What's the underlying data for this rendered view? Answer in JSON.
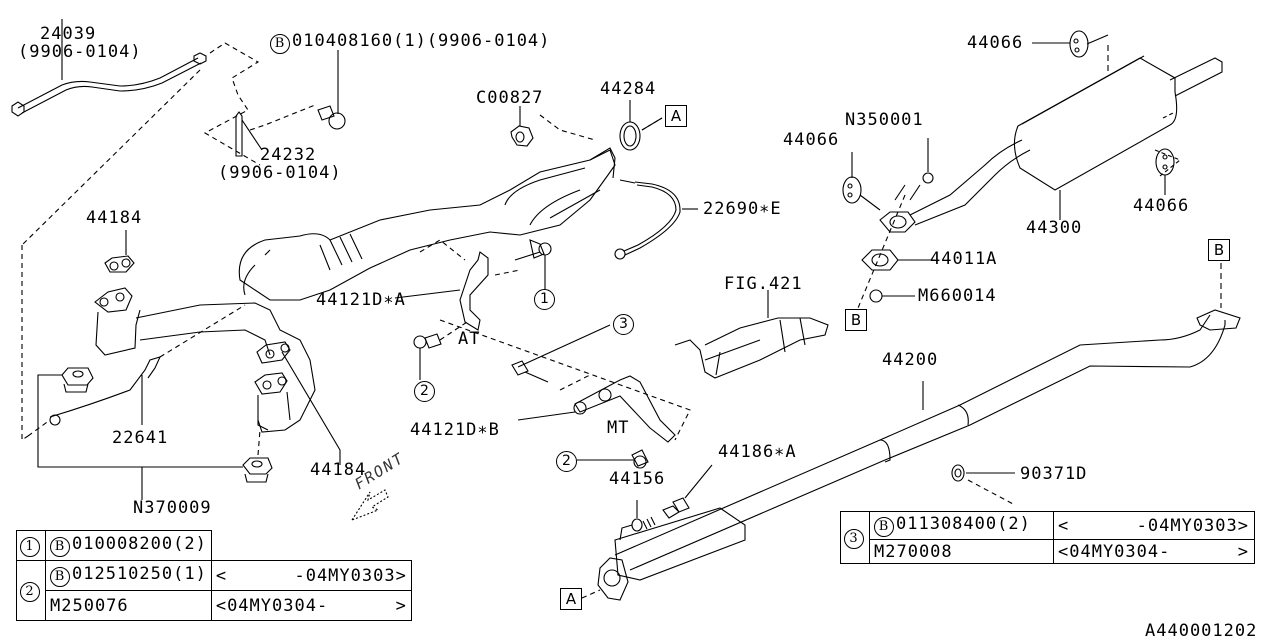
{
  "diagram": {
    "title_code": "A440001202",
    "front_indicator": "FRONT",
    "labels": {
      "p24039": "24039",
      "p24039_range": "(9906-0104)",
      "bolt_top_prefix": "B",
      "bolt_top": "010408160(1)(9906-0104)",
      "p24232": "24232",
      "p24232_range": "(9906-0104)",
      "c00827": "C00827",
      "p44284": "44284",
      "ref_a_top": "A",
      "p22690e": "22690∗E",
      "p44184_top": "44184",
      "p44121da": "44121D∗A",
      "at": "AT",
      "circ1": "1",
      "circ2_upper": "2",
      "circ3": "3",
      "p22641": "22641",
      "p44184_bottom": "44184",
      "n370009": "N370009",
      "p44121db": "44121D∗B",
      "mt": "MT",
      "circ2_lower": "2",
      "p44156": "44156",
      "p44186a": "44186∗A",
      "ref_a_bottom": "A",
      "fig421": "FIG.421",
      "p44066_top": "44066",
      "n350001": "N350001",
      "p44066_left": "44066",
      "p44300": "44300",
      "p44066_right": "44066",
      "p44011a": "44011A",
      "m660014": "M660014",
      "ref_b_left": "B",
      "ref_b_right": "B",
      "p44200": "44200",
      "p90371d": "90371D"
    }
  },
  "legend_left": {
    "rows": [
      {
        "num": "1",
        "prefix": "B",
        "part": "010008200(2)",
        "range": ""
      },
      {
        "num": "2",
        "prefix": "B",
        "part": "012510250(1)",
        "range": "<      -04MY0303>"
      },
      {
        "num": "",
        "prefix": "",
        "part": "M250076",
        "range": "<04MY0304-      >"
      }
    ]
  },
  "legend_right": {
    "rows": [
      {
        "num": "3",
        "prefix": "B",
        "part": "011308400(2)",
        "range": "<      -04MY0303>"
      },
      {
        "num": "",
        "prefix": "",
        "part": "M270008",
        "range": "<04MY0304-      >"
      }
    ]
  }
}
